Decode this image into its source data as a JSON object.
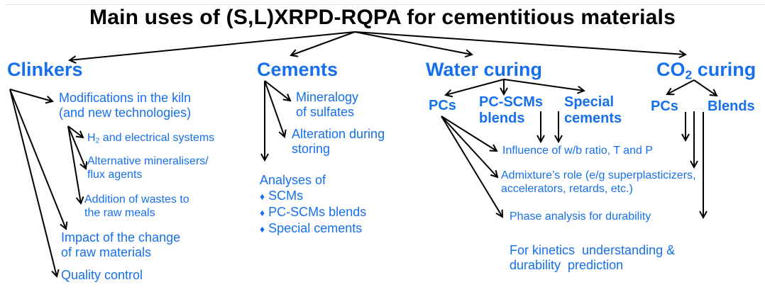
{
  "title": "Main uses of (S,L)XRPD-RQPA for cementitious materials",
  "colors": {
    "heading_blue": "#1670ee",
    "arrow": "#000000",
    "title": "#000000"
  },
  "branches": {
    "clinkers": {
      "label": "Clinkers",
      "items": [
        {
          "line1": "Modifications in the kiln",
          "line2": "(and new technologies)"
        },
        {
          "pre": "H",
          "sub": "2",
          "post": " and electrical systems"
        },
        {
          "line1": "Alternative mineralisers/",
          "line2": "flux agents"
        },
        {
          "line1": "Addition of wastes to",
          "line2": "the raw meals"
        },
        {
          "line1": "Impact of the change",
          "line2": "of raw materials"
        },
        {
          "line1": "Quality control"
        }
      ]
    },
    "cements": {
      "label": "Cements",
      "items": [
        {
          "line1": "Mineralogy",
          "line2": "of sulfates"
        },
        {
          "line1": "Alteration during",
          "line2": "storing"
        }
      ],
      "analyses_label": "Analyses of",
      "bullet": "♦",
      "analyses": [
        "SCMs",
        "PC-SCMs blends",
        "Special cements"
      ]
    },
    "water_curing": {
      "label": "Water curing",
      "subs": [
        {
          "line1": "PCs"
        },
        {
          "line1": "PC-SCMs",
          "line2": "blends"
        },
        {
          "line1": "Special",
          "line2": "cements"
        }
      ]
    },
    "co2_curing": {
      "label_pre": "CO",
      "label_sub": "2",
      "label_post": " curing",
      "subs": [
        "PCs",
        "Blends"
      ]
    }
  },
  "shared_items": [
    {
      "line1": "Influence of w/b ratio, T and P"
    },
    {
      "line1": "Admixture’s role (e/g superplasticizers,",
      "line2": "accelerators, retards, etc.)"
    },
    {
      "line1": "Phase  analysis  for  durability"
    }
  ],
  "conclusion": {
    "line1": "For kinetics  understanding &",
    "line2": "durability  prediction"
  }
}
